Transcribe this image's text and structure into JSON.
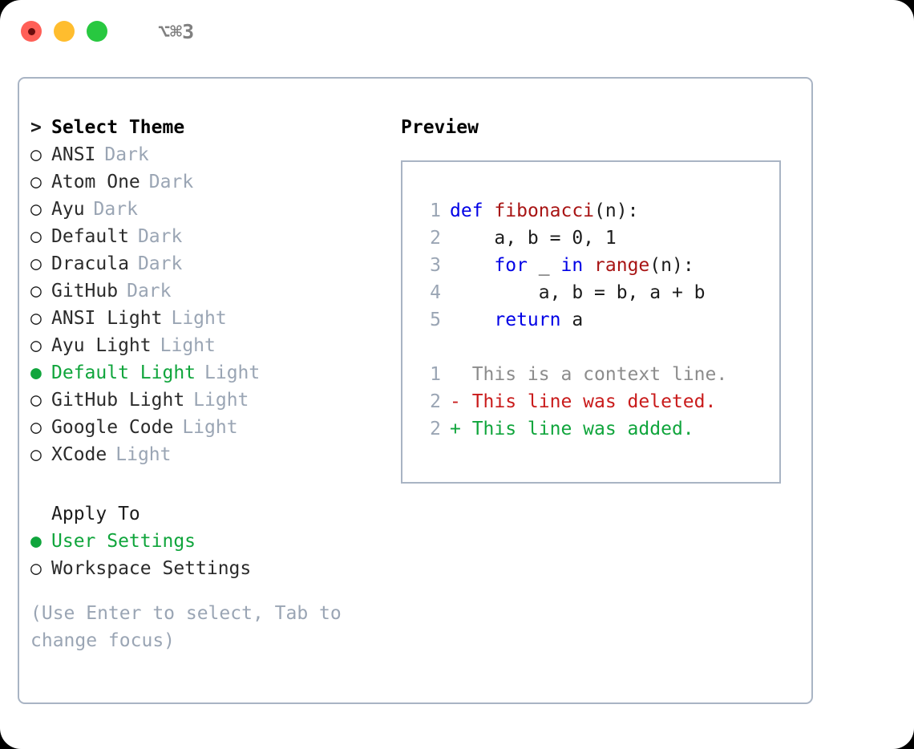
{
  "titlebar": {
    "shortcut": "⌥⌘3",
    "dots": [
      {
        "name": "close-button",
        "color": "#ff5f57",
        "has_inner": true
      },
      {
        "name": "minimize-button",
        "color": "#ffbd2e",
        "has_inner": false
      },
      {
        "name": "maximize-button",
        "color": "#28c840",
        "has_inner": false
      }
    ]
  },
  "theme_list": {
    "header": "Select Theme",
    "header_marker": ">",
    "items": [
      {
        "marker": "○",
        "name": "ANSI",
        "tag": "Dark",
        "selected": false
      },
      {
        "marker": "○",
        "name": "Atom One",
        "tag": "Dark",
        "selected": false
      },
      {
        "marker": "○",
        "name": "Ayu",
        "tag": "Dark",
        "selected": false
      },
      {
        "marker": "○",
        "name": "Default",
        "tag": "Dark",
        "selected": false
      },
      {
        "marker": "○",
        "name": "Dracula",
        "tag": "Dark",
        "selected": false
      },
      {
        "marker": "○",
        "name": "GitHub",
        "tag": "Dark",
        "selected": false
      },
      {
        "marker": "○",
        "name": "ANSI Light",
        "tag": "Light",
        "selected": false
      },
      {
        "marker": "○",
        "name": "Ayu Light",
        "tag": "Light",
        "selected": false
      },
      {
        "marker": "●",
        "name": "Default Light",
        "tag": "Light",
        "selected": true
      },
      {
        "marker": "○",
        "name": "GitHub Light",
        "tag": "Light",
        "selected": false
      },
      {
        "marker": "○",
        "name": "Google Code",
        "tag": "Light",
        "selected": false
      },
      {
        "marker": "○",
        "name": "XCode",
        "tag": "Light",
        "selected": false
      }
    ]
  },
  "apply_to": {
    "header": "Apply To",
    "items": [
      {
        "marker": "●",
        "name": "User Settings",
        "selected": true
      },
      {
        "marker": "○",
        "name": "Workspace Settings",
        "selected": false
      }
    ]
  },
  "hint": "(Use Enter to select, Tab to change focus)",
  "preview": {
    "title": "Preview",
    "code_lines": [
      {
        "lno": "1",
        "tokens": [
          {
            "t": "def",
            "c": "kw"
          },
          {
            "t": " ",
            "c": "pl"
          },
          {
            "t": "fibonacci",
            "c": "fn"
          },
          {
            "t": "(n):",
            "c": "pl"
          }
        ]
      },
      {
        "lno": "2",
        "tokens": [
          {
            "t": "    a, b = 0, 1",
            "c": "pl"
          }
        ]
      },
      {
        "lno": "3",
        "tokens": [
          {
            "t": "    ",
            "c": "pl"
          },
          {
            "t": "for",
            "c": "kw"
          },
          {
            "t": " _ ",
            "c": "pl"
          },
          {
            "t": "in",
            "c": "kw"
          },
          {
            "t": " ",
            "c": "pl"
          },
          {
            "t": "range",
            "c": "fn"
          },
          {
            "t": "(n):",
            "c": "pl"
          }
        ]
      },
      {
        "lno": "4",
        "tokens": [
          {
            "t": "        a, b = b, a + b",
            "c": "pl"
          }
        ]
      },
      {
        "lno": "5",
        "tokens": [
          {
            "t": "    ",
            "c": "pl"
          },
          {
            "t": "return",
            "c": "kw"
          },
          {
            "t": " a",
            "c": "pl"
          }
        ]
      }
    ],
    "diff_lines": [
      {
        "lno": "1",
        "tokens": [
          {
            "t": "  This is a context line.",
            "c": "ctx"
          }
        ]
      },
      {
        "lno": "2",
        "tokens": [
          {
            "t": "- This line was deleted.",
            "c": "del"
          }
        ]
      },
      {
        "lno": "2",
        "tokens": [
          {
            "t": "+ This line was added.",
            "c": "add"
          }
        ]
      }
    ]
  },
  "colors": {
    "accent_green": "#10a53c",
    "muted": "#9aa5b4",
    "border": "#a9b4c4",
    "keyword": "#0000e6",
    "function": "#a81414",
    "deleted": "#c91b1b",
    "added": "#10a53c"
  }
}
